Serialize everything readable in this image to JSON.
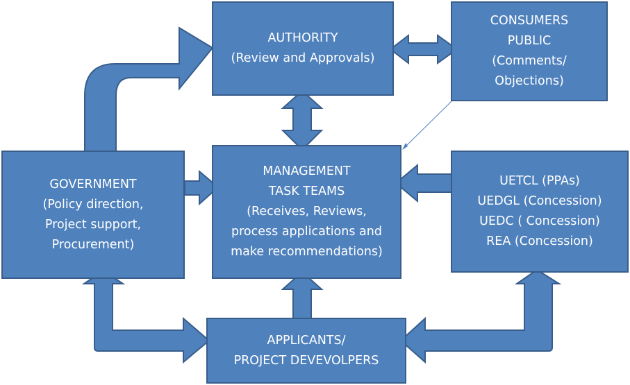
{
  "colors": {
    "box_fill": "#4f81bd",
    "box_border": "#385d8a",
    "text": "#ffffff",
    "thin_connector": "#4f81bd"
  },
  "boxes": {
    "authority": {
      "lines": [
        "AUTHORITY",
        "(Review and Approvals)"
      ]
    },
    "consumers": {
      "lines": [
        "CONSUMERS",
        "PUBLIC",
        "(Comments/",
        "Objections)"
      ]
    },
    "government": {
      "lines": [
        "GOVERNMENT",
        "(Policy direction,",
        "Project support,",
        "Procurement)"
      ]
    },
    "management": {
      "lines": [
        "MANAGEMENT",
        "TASK TEAMS",
        "(Receives, Reviews,",
        "process applications and",
        "make recommendations)"
      ]
    },
    "utilities": {
      "lines": [
        "UETCL  (PPAs)",
        "UEDGL (Concession)",
        "UEDC ( Concession)",
        "REA (Concession)"
      ]
    },
    "applicants": {
      "lines": [
        "APPLICANTS/",
        "PROJECT DEVEVOLPERS"
      ]
    }
  }
}
